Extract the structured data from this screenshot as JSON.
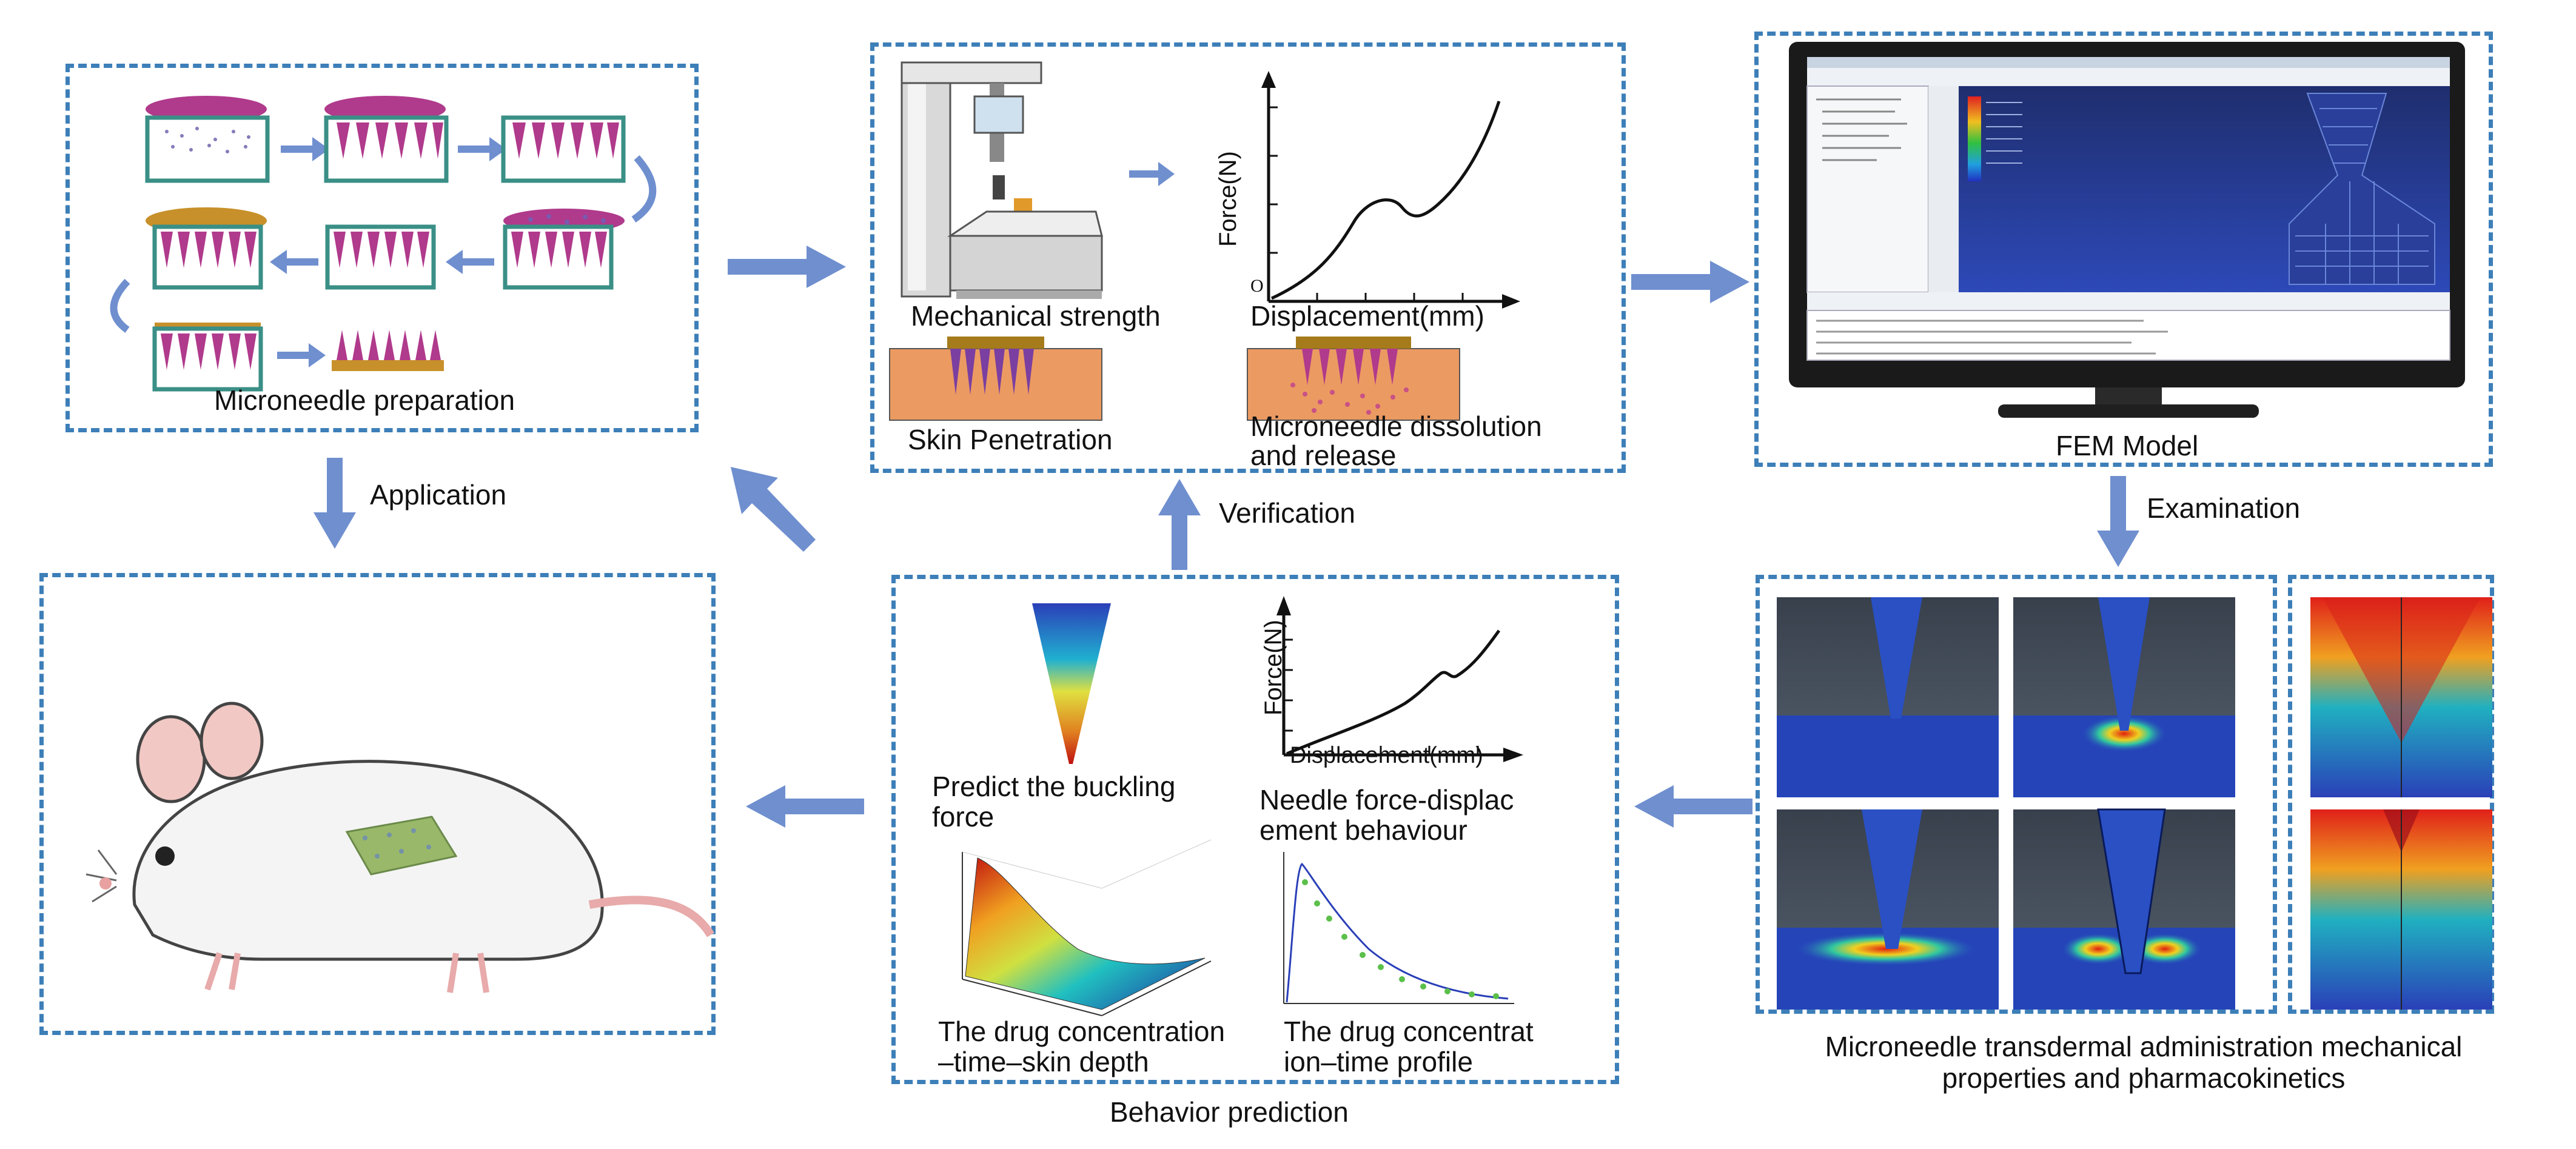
{
  "panels": {
    "prep": {
      "label": "Microneedle preparation"
    },
    "verification": {
      "mech": "Mechanical strength",
      "disp_axis": "Displacement(mm)",
      "force_axis": "Force(N)",
      "origin": "O",
      "skin": "Skin Penetration",
      "dissolution_1": "Microneedle dissolution",
      "dissolution_2": "and release"
    },
    "fem": {
      "label": "FEM Model"
    },
    "properties": {
      "line1": "Microneedle transdermal administration mechanical",
      "line2": "properties and pharmacokinetics"
    },
    "prediction": {
      "label": "Behavior prediction",
      "buckling_1": "Predict the buckling",
      "buckling_2": "force",
      "needle_1": "Needle force-displac",
      "needle_2": "ement behaviour",
      "force_axis": "Force(N)",
      "disp_axis": "Displacement(mm)",
      "conc3d_1": "The drug concentration",
      "conc3d_2": "–time–skin depth",
      "conc_1": "The drug concentrat",
      "conc_2": "ion–time profile"
    }
  },
  "arrows": {
    "application": "Application",
    "verification": "Verification",
    "examination": "Examination"
  },
  "colors": {
    "dash": "#3d7fb8",
    "arrow": "#6f8fcf",
    "magenta": "#b03a8c",
    "teal": "#3a8f86",
    "skin": "#eb9a62",
    "patch": "#c8902a"
  }
}
